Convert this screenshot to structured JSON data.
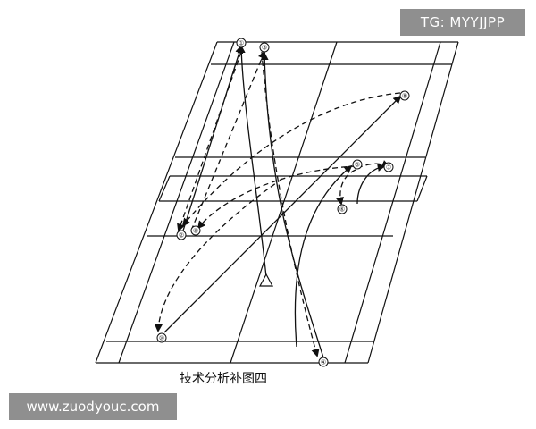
{
  "watermark_top": "TG: MYYJJPP",
  "watermark_bottom": "www.zuodyouc.com",
  "caption": "技术分析补图四",
  "markers": [
    {
      "id": "m1",
      "label": "①"
    },
    {
      "id": "m2",
      "label": "②"
    },
    {
      "id": "m3",
      "label": "③"
    },
    {
      "id": "m4",
      "label": "④"
    },
    {
      "id": "m5",
      "label": "⑤"
    },
    {
      "id": "m6",
      "label": "⑥"
    },
    {
      "id": "m7",
      "label": "⑦"
    },
    {
      "id": "m8",
      "label": "⑧"
    },
    {
      "id": "m9",
      "label": "⑨"
    },
    {
      "id": "m10",
      "label": "⑩"
    }
  ],
  "colors": {
    "line": "#111111",
    "watermark_bg": "#8f8f8f",
    "watermark_text": "#ffffff"
  }
}
